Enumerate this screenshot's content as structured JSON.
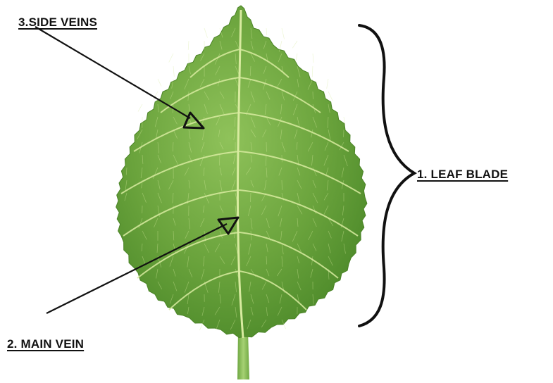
{
  "diagram": {
    "subject": "leaf",
    "labels": {
      "side_veins": "3.SIDE VEINS",
      "main_vein": "2. MAIN VEIN",
      "leaf_blade": "1. LEAF BLADE"
    },
    "colors": {
      "leaf_light": "#8fc25a",
      "leaf_mid": "#6aa33c",
      "leaf_dark": "#4d8a2a",
      "vein": "#d8eba0",
      "stem": "#8cc15a",
      "ink": "#111111",
      "background": "#ffffff"
    }
  }
}
